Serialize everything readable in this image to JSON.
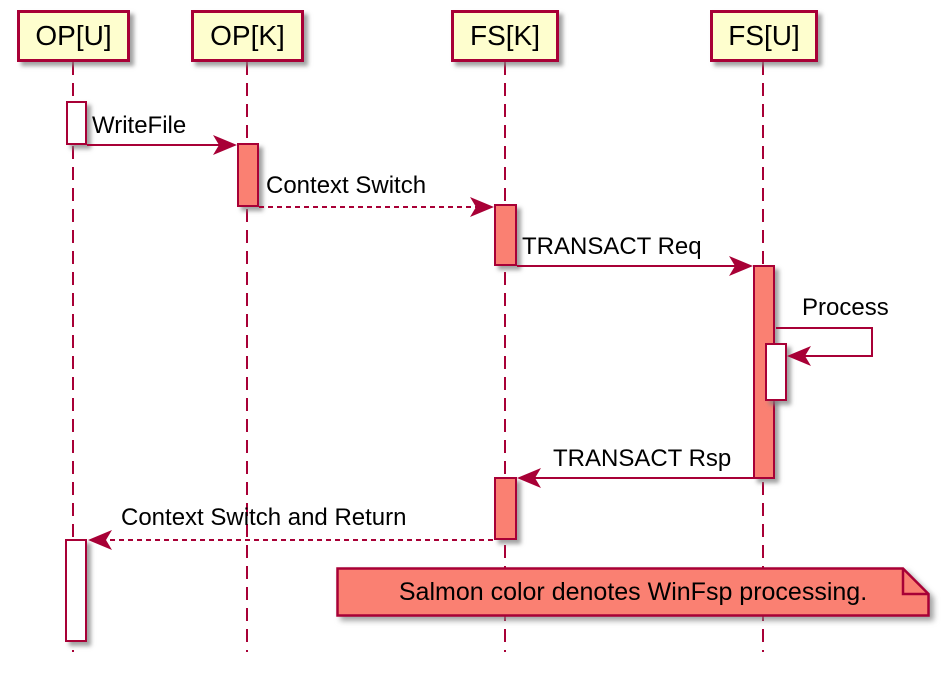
{
  "diagram": {
    "type": "uml-sequence",
    "participants": [
      {
        "id": "op-u",
        "label": "OP[U]"
      },
      {
        "id": "op-k",
        "label": "OP[K]"
      },
      {
        "id": "fs-k",
        "label": "FS[K]"
      },
      {
        "id": "fs-u",
        "label": "FS[U]"
      }
    ],
    "messages": [
      {
        "label": "WriteFile",
        "from": "OP[U]",
        "to": "OP[K]",
        "line": "solid"
      },
      {
        "label": "Context Switch",
        "from": "OP[K]",
        "to": "FS[K]",
        "line": "dashed"
      },
      {
        "label": "TRANSACT Req",
        "from": "FS[K]",
        "to": "FS[U]",
        "line": "solid"
      },
      {
        "label": "Process",
        "from": "FS[U]",
        "to": "FS[U]",
        "line": "self"
      },
      {
        "label": "TRANSACT Rsp",
        "from": "FS[U]",
        "to": "FS[K]",
        "line": "solid"
      },
      {
        "label": "Context Switch and Return",
        "from": "FS[K]",
        "to": "OP[U]",
        "line": "dashed"
      }
    ],
    "note": {
      "text": "Salmon color denotes WinFsp processing."
    },
    "colors": {
      "border": "#A80036",
      "participant_fill": "#FEFECE",
      "salmon_fill": "#FA8072",
      "activation_fill": "#FFFFFF",
      "text": "#000000",
      "background": "#FFFFFF"
    }
  }
}
